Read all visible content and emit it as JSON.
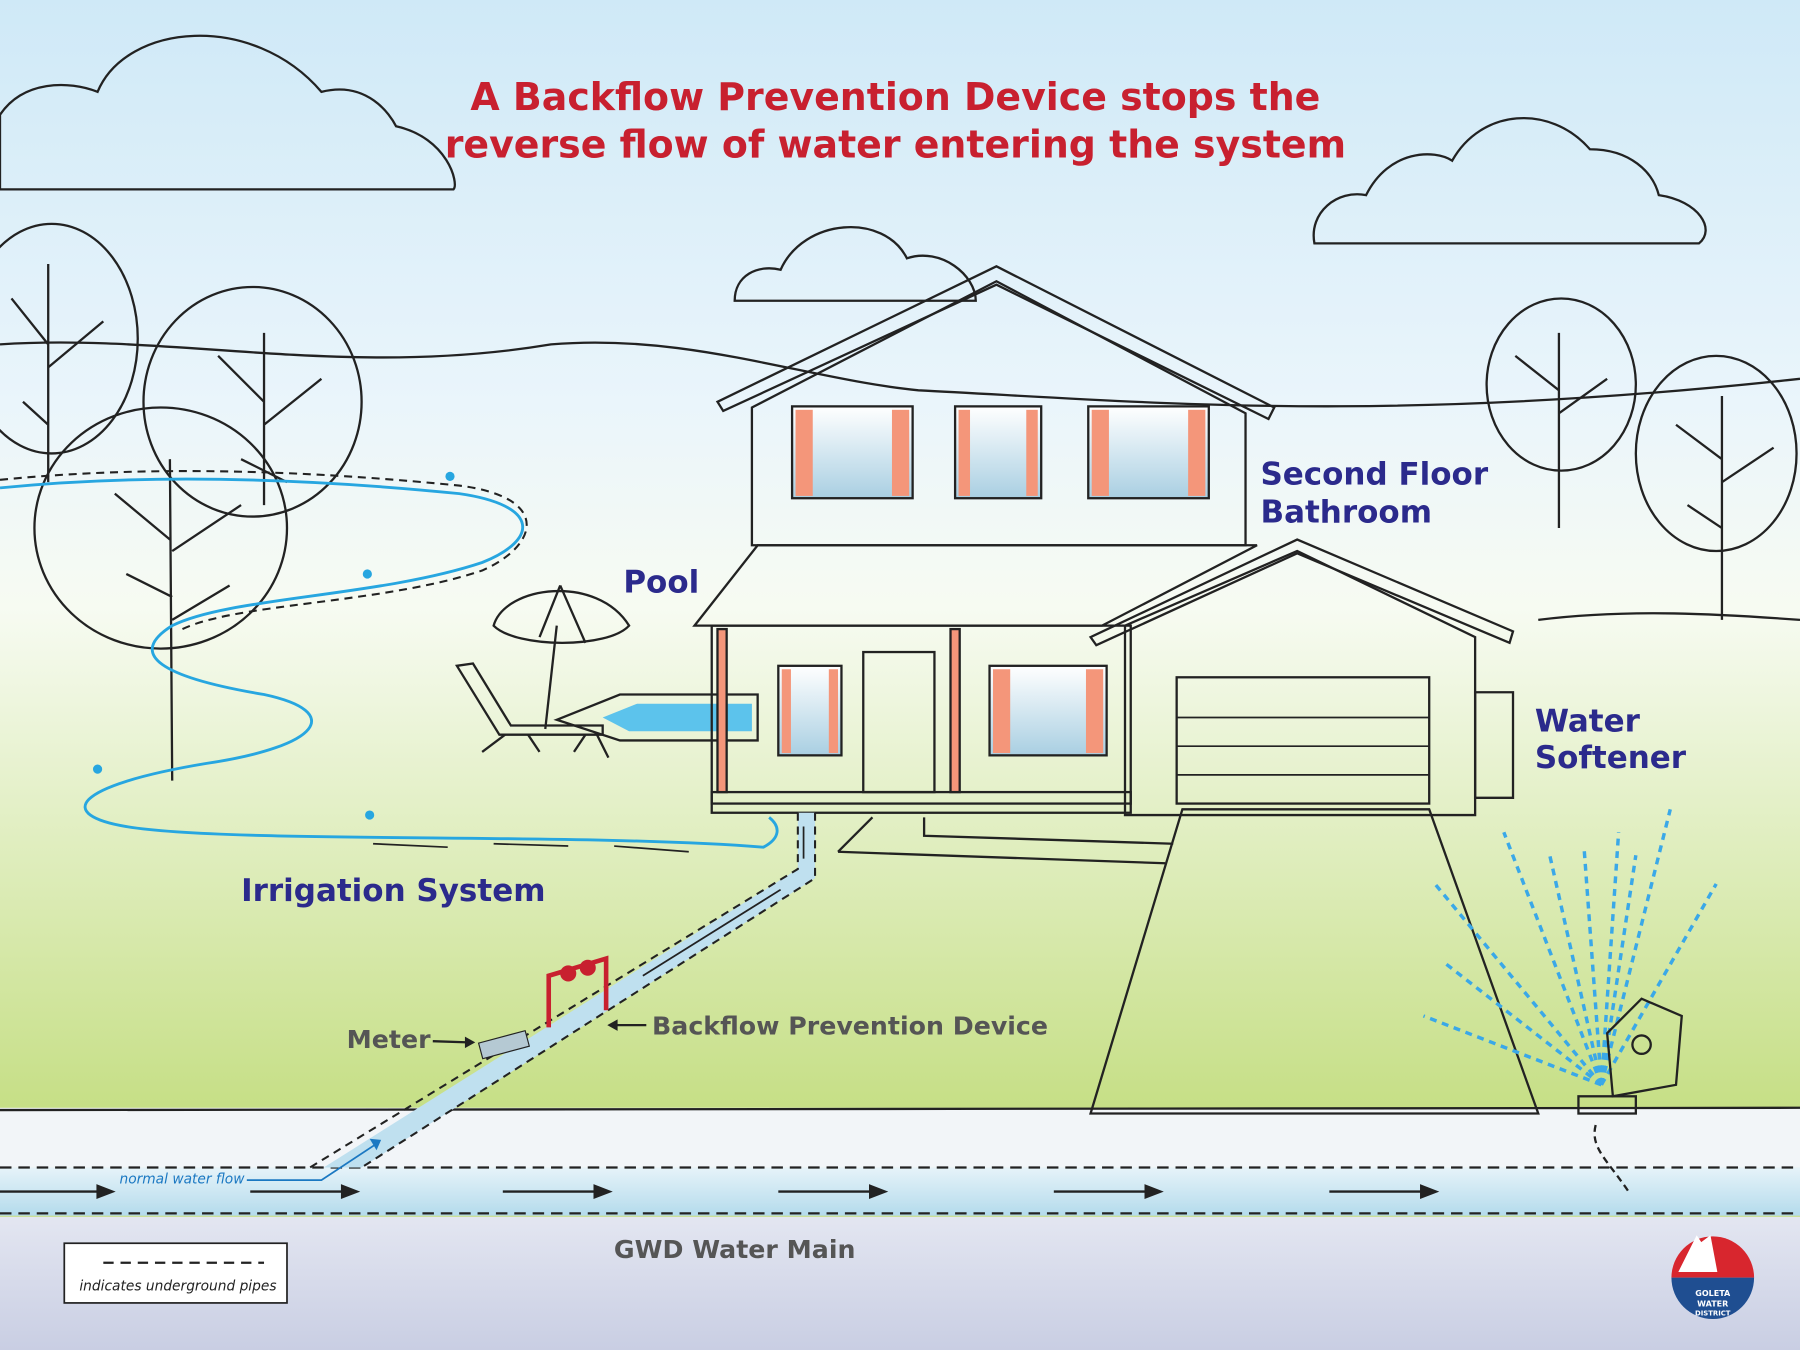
{
  "title": {
    "line1": "A Backflow Prevention Device stops the",
    "line2": "reverse flow of water entering the system"
  },
  "labels": {
    "second_floor_line1": "Second Floor",
    "second_floor_line2": "Bathroom",
    "pool": "Pool",
    "water_softener_line1": "Water",
    "water_softener_line2": "Softener",
    "irrigation": "Irrigation System",
    "meter": "Meter",
    "backflow_device": "Backflow Prevention Device",
    "normal_flow": "normal water flow",
    "water_main": "GWD Water Main"
  },
  "legend": {
    "text": "indicates underground pipes"
  },
  "logo": {
    "line1": "GOLETA",
    "line2": "WATER",
    "line3": "DISTRICT"
  },
  "colors": {
    "title": "#c8202f",
    "label": "#2b2a8c",
    "water": "#5cc3ec",
    "salmon": "#f4967a"
  }
}
